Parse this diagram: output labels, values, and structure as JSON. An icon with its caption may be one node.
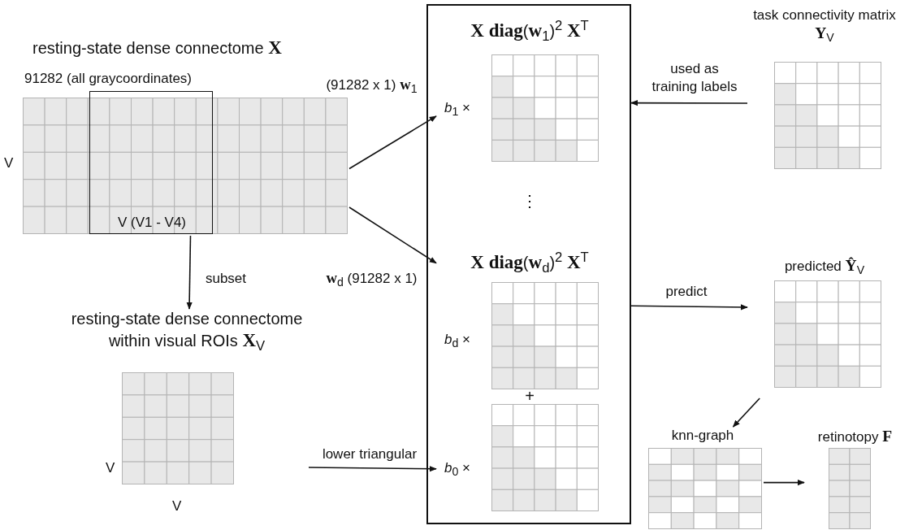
{
  "diagram": {
    "nodes": [
      {
        "text": [
          "resting-state dense connectome **X**",
          "91282 (all graycoordinates)",
          "V"
        ]
      },
      {
        "text": [
          "V (V1 - V4)"
        ],
        "in": 0
      },
      {
        "text": [
          "resting-state dense connectome within visual ROIs **X**$_{V}$",
          "V",
          "V"
        ]
      },
      {
        "text": [
          "⋮",
          "+"
        ]
      },
      {
        "text": [
          "**X diag**(**w**$_{1}$)$^{2}$ **X**$^{T}$",
          "*b*$_{1}$ ×"
        ],
        "in": 3
      },
      {
        "text": [
          "**X diag**(**w**$_{d}$)$^{2}$ **X**$^{T}$",
          "*b*$_{d}$ ×"
        ],
        "in": 3
      },
      {
        "text": [
          "*b*$_{0}$ ×"
        ],
        "in": 3
      },
      {
        "text": [
          "task connectivity matrix **Y**$_{V}$"
        ]
      },
      {
        "text": [
          "predicted **Ŷ**$_{V}$"
        ]
      },
      {
        "text": [
          "knn-graph"
        ]
      },
      {
        "text": [
          "retinotopy **F**"
        ]
      }
    ],
    "edges": [
      {
        "from": 0,
        "to": 4,
        "arrow": "to",
        "label": "(91282 x 1) **w**$_{1}$"
      },
      {
        "from": 0,
        "to": 5,
        "arrow": "to",
        "label": "**w**$_{d}$ (91282 x 1)"
      },
      {
        "from": 0,
        "to": 2,
        "arrow": "to",
        "label": "subset"
      },
      {
        "from": 2,
        "to": 6,
        "arrow": "to",
        "label": "lower triangular"
      },
      {
        "from": 7,
        "to": 3,
        "arrow": "to",
        "label": "used as training labels"
      },
      {
        "from": 3,
        "to": 8,
        "arrow": "to",
        "label": "predict"
      },
      {
        "from": 8,
        "to": 9,
        "arrow": "to"
      },
      {
        "from": 9,
        "to": 10,
        "arrow": "to"
      }
    ]
  }
}
